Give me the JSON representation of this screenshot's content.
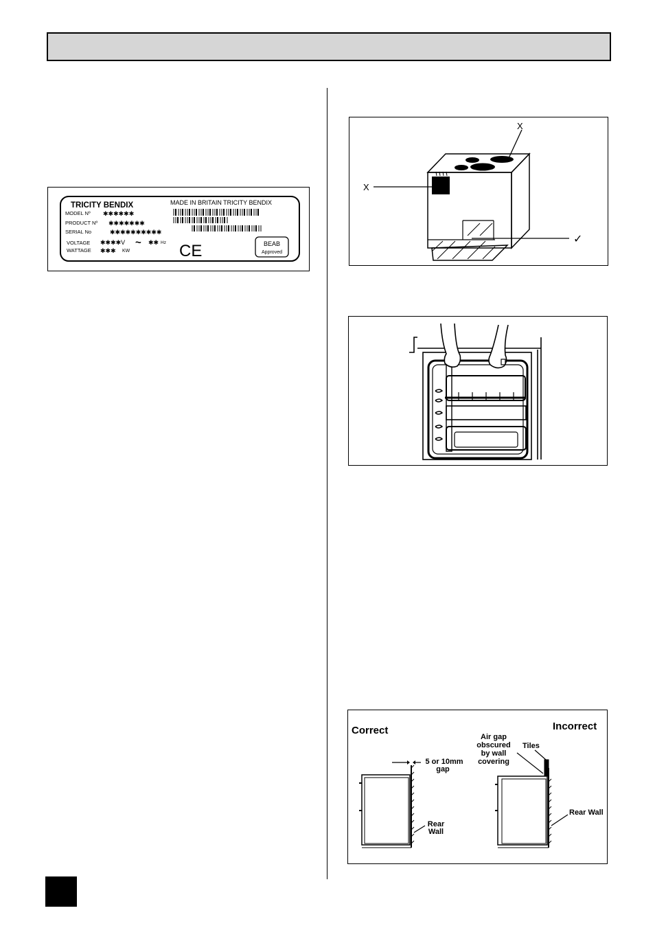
{
  "rating_plate": {
    "brand": "TRICITY BENDIX",
    "made_in": "MADE IN BRITAIN  TRICITY BENDIX",
    "model_label": "MODEL  Nº",
    "model_value": "✱✱✱✱✱✱",
    "product_label": "PRODUCT  Nº",
    "product_value": "✱✱✱✱✱✱✱",
    "serial_label": "SERIAL   No",
    "serial_value": "✱✱✱✱✱✱✱✱✱✱",
    "voltage_label": "VOLTAGE",
    "voltage_value": "✱✱✱✱V",
    "tilde": "~",
    "hz_value": "✱✱",
    "hz_unit": "Hz",
    "wattage_label": "WATTAGE",
    "wattage_value": "✱✱✱",
    "kw_unit": "KW",
    "ce_mark": "CE",
    "beab_title": "BEAB",
    "beab_sub": "Approved"
  },
  "cooker_figure": {
    "x_top": "X",
    "x_left": "X",
    "tick": "✓"
  },
  "gap_figure": {
    "correct": "Correct",
    "incorrect": "Incorrect",
    "gap_line1": "5 or 10mm",
    "gap_line2": "gap",
    "rear_wall_left_1": "Rear",
    "rear_wall_left_2": "Wall",
    "airgap_1": "Air gap",
    "airgap_2": "obscured",
    "airgap_3": "by wall",
    "airgap_4": "covering",
    "tiles": "Tiles",
    "rear_wall_right": "Rear Wall"
  }
}
